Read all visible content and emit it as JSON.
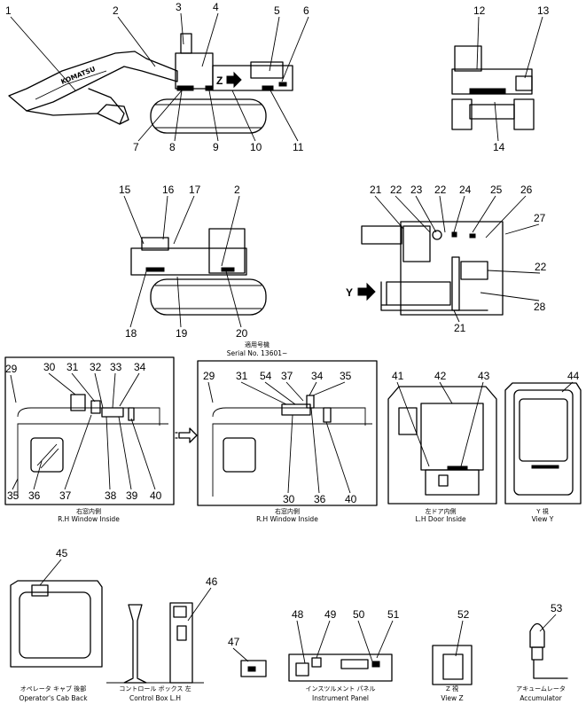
{
  "callouts": [
    "1",
    "2",
    "3",
    "4",
    "5",
    "6",
    "7",
    "8",
    "9",
    "10",
    "11",
    "12",
    "13",
    "14",
    "15",
    "16",
    "17",
    "18",
    "19",
    "20",
    "21",
    "22",
    "23",
    "24",
    "25",
    "26",
    "27",
    "28",
    "29",
    "30",
    "31",
    "32",
    "33",
    "34",
    "35",
    "36",
    "37",
    "38",
    "39",
    "40",
    "41",
    "42",
    "43",
    "44",
    "45",
    "46",
    "47",
    "48",
    "49",
    "50",
    "51",
    "52",
    "53",
    "54"
  ],
  "view_letters": {
    "z": "Z",
    "y": "Y"
  },
  "serial": {
    "jp": "適用号機",
    "en": "Serial No. 13601~"
  },
  "captions": {
    "rh_window_1": {
      "jp": "右窓内側",
      "en": "R.H Window Inside"
    },
    "rh_window_2": {
      "jp": "右窓内側",
      "en": "R.H Window Inside"
    },
    "lh_door": {
      "jp": "左ドア内側",
      "en": "L.H Door Inside"
    },
    "view_y": {
      "jp": "Y 視",
      "en": "View Y"
    },
    "cab_back": {
      "jp": "オペレータ キャブ 後部",
      "en": "Operator's Cab Back"
    },
    "control_box": {
      "jp": "コントロール ボックス 左",
      "en": "Control Box L.H"
    },
    "instrument_panel": {
      "jp": "インスツルメント パネル",
      "en": "Instrument Panel"
    },
    "view_z": {
      "jp": "Z 視",
      "en": "View Z"
    },
    "accumulator": {
      "jp": "アキュームレータ",
      "en": "Accumulator"
    }
  },
  "boom_text": "KOMATSU",
  "icons": [
    "arrow-right-icon",
    "double-arrow-icon"
  ]
}
